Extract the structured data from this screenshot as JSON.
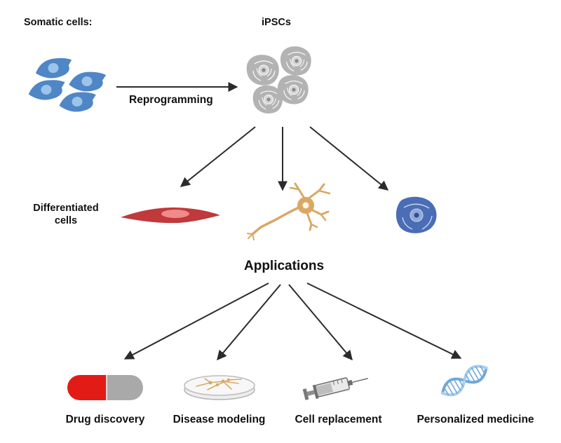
{
  "top": {
    "somatic_label": "Somatic cells:",
    "ipsc_label": "iPSCs",
    "process_label": "Reprogramming"
  },
  "middle": {
    "differentiated_label_line1": "Differentiated",
    "differentiated_label_line2": "cells",
    "cell_types": [
      "muscle-cell",
      "neuron",
      "round-cell"
    ]
  },
  "applications": {
    "heading": "Applications",
    "items": [
      {
        "label": "Drug discovery",
        "icon": "capsule-icon"
      },
      {
        "label": "Disease modeling",
        "icon": "petri-dish-icon"
      },
      {
        "label": "Cell replacement",
        "icon": "syringe-icon"
      },
      {
        "label": "Personalized medicine",
        "icon": "dna-icon"
      }
    ]
  },
  "colors": {
    "somatic_cell": "#4f86c6",
    "somatic_nucleus": "#9cc4ea",
    "ipsc_cell": "#b3b3b3",
    "muscle_cell": "#c0393b",
    "neuron": "#d9a865",
    "round_cell": "#4a6db5",
    "capsule_red": "#e31b17",
    "capsule_gray": "#a9a9a9",
    "dna_blue": "#6fa8d8",
    "arrow": "#2b2b2b"
  }
}
